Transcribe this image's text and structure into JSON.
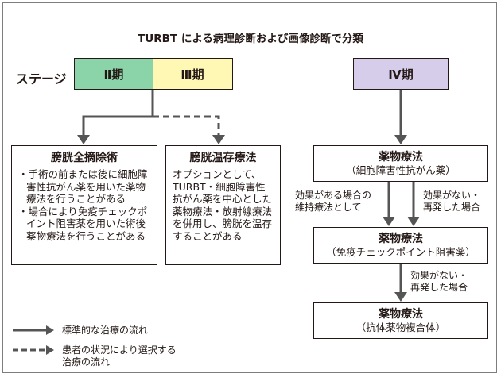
{
  "title": "TURBT による病理診断および画像診断で分類",
  "stage_label": "ステージ",
  "stages": {
    "stage2": "Ⅱ期",
    "stage3": "Ⅲ期",
    "stage4": "Ⅳ期"
  },
  "colors": {
    "stage2": "#8bd3a8",
    "stage3": "#fef8b4",
    "stage4": "#d6cdea",
    "line": "#555555"
  },
  "cystectomy": {
    "title": "膀胱全摘除術",
    "bullets": [
      "・手術の前または後に細胞障害性抗がん薬を用いた薬物療法を行うことがある",
      "・場合により免疫チェックポイント阻害薬を用いた術後薬物療法を行うことがある"
    ]
  },
  "preservation": {
    "title": "膀胱温存療法",
    "body": "オプションとして、TURBT・細胞障害性抗がん薬を中心とした薬物療法・放射線療法を併用し、膀胱を温存することがある"
  },
  "drug1": {
    "title": "薬物療法",
    "sub": "（細胞障害性抗がん薬）"
  },
  "drug2": {
    "title": "薬物療法",
    "sub": "（免疫チェックポイント阻害薬）"
  },
  "drug3": {
    "title": "薬物療法",
    "sub": "（抗体薬物複合体）"
  },
  "notes": {
    "effective_line1": "効果がある場合の",
    "effective_line2": "維持療法として",
    "ineffective1_line1": "効果がない・",
    "ineffective1_line2": "再発した場合",
    "ineffective2_line1": "効果がない・",
    "ineffective2_line2": "再発した場合"
  },
  "legend": {
    "standard": "標準的な治療の流れ",
    "optional_line1": "患者の状況により選択する",
    "optional_line2": "治療の流れ"
  }
}
